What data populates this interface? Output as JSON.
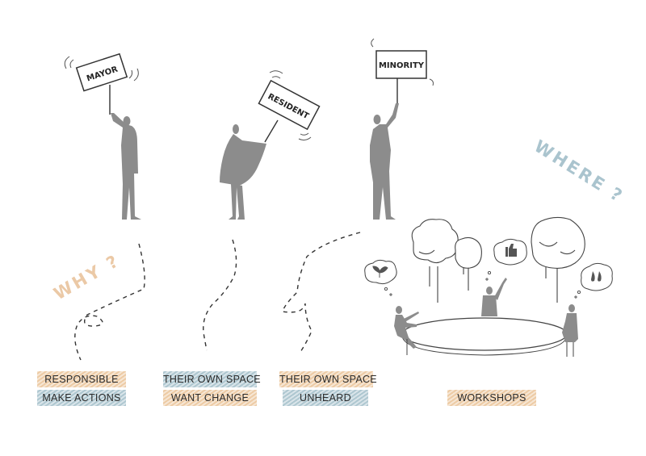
{
  "signs": {
    "mayor": "MAYOR",
    "resident": "RESIDENT",
    "minority": "MINORITY"
  },
  "questions": {
    "why": "WHY ?",
    "where": "WHERE ?"
  },
  "tags": {
    "mayor": [
      "RESPONSIBLE",
      "MAKE ACTIONS"
    ],
    "resident": [
      "THEIR OWN SPACE",
      "WANT CHANGE"
    ],
    "minority": [
      "THEIR OWN SPACE",
      "UNHEARD"
    ],
    "workshops": [
      "WORKSHOPS"
    ]
  },
  "colors": {
    "figure": "#8c8c8c",
    "line": "#333333",
    "peach": "#ecc8a0",
    "blue": "#aac4ce",
    "why_text": "#ebc9a6",
    "where_text": "#aac4ce"
  }
}
